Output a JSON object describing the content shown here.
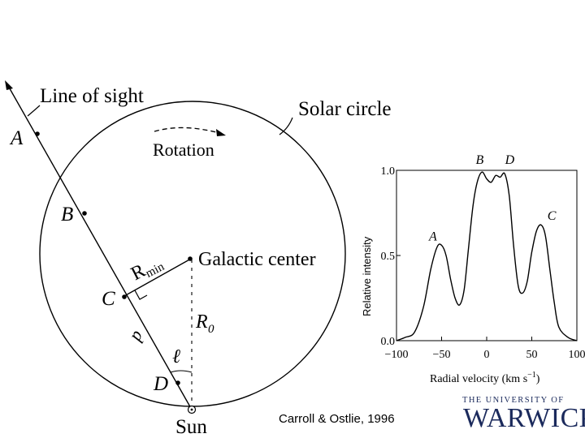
{
  "diagram": {
    "line_of_sight": "Line of sight",
    "solar_circle": "Solar circle",
    "rotation": "Rotation",
    "point_a": "A",
    "point_b": "B",
    "point_c": "C",
    "point_d": "D",
    "r_min": "R",
    "r_min_sub": "min",
    "galactic_center": "Galactic center",
    "r_0": "R",
    "r_0_sub": "0",
    "d_label": "d",
    "l_label": "ℓ",
    "sun": "Sun"
  },
  "chart_data": {
    "type": "line",
    "xlabel": "Radial velocity (km s",
    "xlabel_sup": "−1",
    "xlabel_end": ")",
    "ylabel": "Relative intensity",
    "xlim": [
      -100,
      100
    ],
    "ylim": [
      0.0,
      1.0
    ],
    "xticks": [
      "−100",
      "−50",
      "0",
      "50",
      "100"
    ],
    "yticks": [
      "0.0",
      "0.5",
      "1.0"
    ],
    "peak_labels": [
      "A",
      "B",
      "D",
      "C"
    ],
    "series": [
      {
        "x": [
          -100,
          -90,
          -80,
          -70,
          -62,
          -55,
          -50,
          -45,
          -40,
          -35,
          -30,
          -25,
          -20,
          -15,
          -10,
          -5,
          0,
          5,
          10,
          15,
          20,
          25,
          30,
          35,
          40,
          45,
          50,
          55,
          60,
          65,
          70,
          75,
          80,
          90,
          100
        ],
        "y": [
          0.0,
          0.02,
          0.05,
          0.2,
          0.42,
          0.55,
          0.56,
          0.5,
          0.36,
          0.25,
          0.21,
          0.3,
          0.55,
          0.8,
          0.94,
          0.99,
          0.95,
          0.93,
          0.97,
          0.96,
          0.98,
          0.85,
          0.55,
          0.32,
          0.28,
          0.35,
          0.52,
          0.64,
          0.68,
          0.62,
          0.42,
          0.22,
          0.08,
          0.02,
          0.0
        ]
      }
    ]
  },
  "citation": "Carroll & Ostlie, 1996",
  "logo": {
    "line1": "THE UNIVERSITY OF",
    "line2": "WARWICK"
  }
}
